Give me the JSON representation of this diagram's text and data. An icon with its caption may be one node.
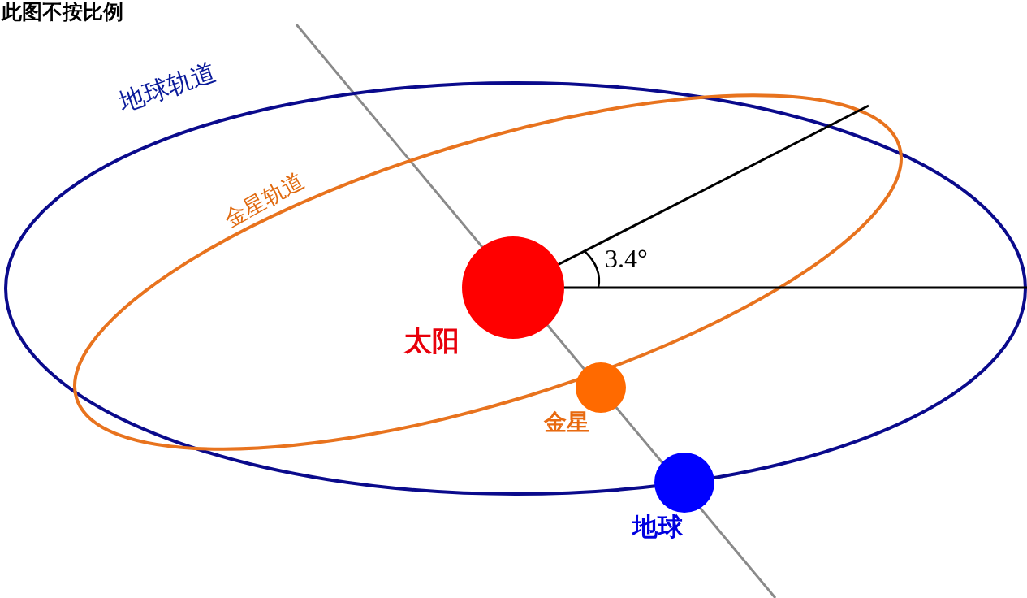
{
  "diagram": {
    "nodes": [
      {
        "text": [],
        "shape": "circle",
        "beside": [
          "太阳"
        ]
      },
      {
        "text": [],
        "shape": "circle",
        "beside": [
          "金星"
        ]
      },
      {
        "text": [],
        "shape": "circle",
        "beside": [
          "地球"
        ]
      }
    ],
    "labels": [
      "此图不按比例",
      "地球轨道",
      "金星轨道",
      "3.4°"
    ]
  }
}
